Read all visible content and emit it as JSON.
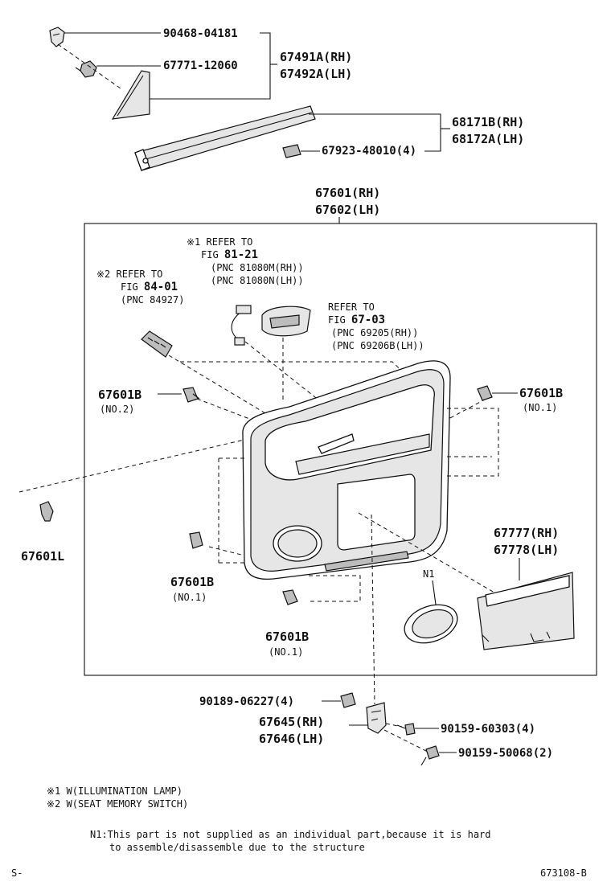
{
  "colors": {
    "line": "#111111",
    "background": "#ffffff",
    "part_fill": "#e6e6e6",
    "part_shade": "#bdbdbd"
  },
  "labels": {
    "clip_top": "90468-04181",
    "clip_67771": "67771-12060",
    "board_rh": "67491A(RH)",
    "board_lh": "67492A(LH)",
    "weatherstrip_rh": "68171B(RH)",
    "weatherstrip_lh": "68172A(LH)",
    "clip_67923": "67923-48010(4)",
    "panel_rh": "67601(RH)",
    "panel_lh": "67602(LH)",
    "clip_67601b_no2": "67601B",
    "no2": "(NO.2)",
    "clip_67601b_right": "67601B",
    "no1_right": "(NO.1)",
    "clip_67601l": "67601L",
    "clip_67601b_lower": "67601B",
    "no1_lower": "(NO.1)",
    "clip_67601b_bottom": "67601B",
    "no1_bottom": "(NO.1)",
    "cover_rh": "67777(RH)",
    "cover_lh": "67778(LH)",
    "n1": "N1",
    "clip_90189": "90189-06227(4)",
    "bracket_rh": "67645(RH)",
    "bracket_lh": "67646(LH)",
    "screw_60303": "90159-60303(4)",
    "screw_50068": "90159-50068(2)"
  },
  "refs": {
    "ref1_line1": "※1 REFER TO",
    "ref1_line2_prefix": "FIG ",
    "ref1_fig": "81-21",
    "ref1_line3": "(PNC 81080M(RH))",
    "ref1_line4": "(PNC 81080N(LH))",
    "ref2_line1": "※2 REFER TO",
    "ref2_line2_prefix": "FIG ",
    "ref2_fig": "84-01",
    "ref2_line3": "(PNC 84927)",
    "ref3_line1": "REFER TO",
    "ref3_line2_prefix": "FIG ",
    "ref3_fig": "67-03",
    "ref3_line3": "(PNC 69205(RH))",
    "ref3_line4": "(PNC 69206B(LH))"
  },
  "notes": {
    "note1": "※1 W(ILLUMINATION LAMP)",
    "note2": "※2 W(SEAT MEMORY SWITCH)",
    "n1_line1": "N1:This part is not supplied as an individual part,because it is hard",
    "n1_line2": "to assemble/disassemble due to the structure"
  },
  "footer": {
    "left": "S-",
    "right": "673108-B"
  }
}
